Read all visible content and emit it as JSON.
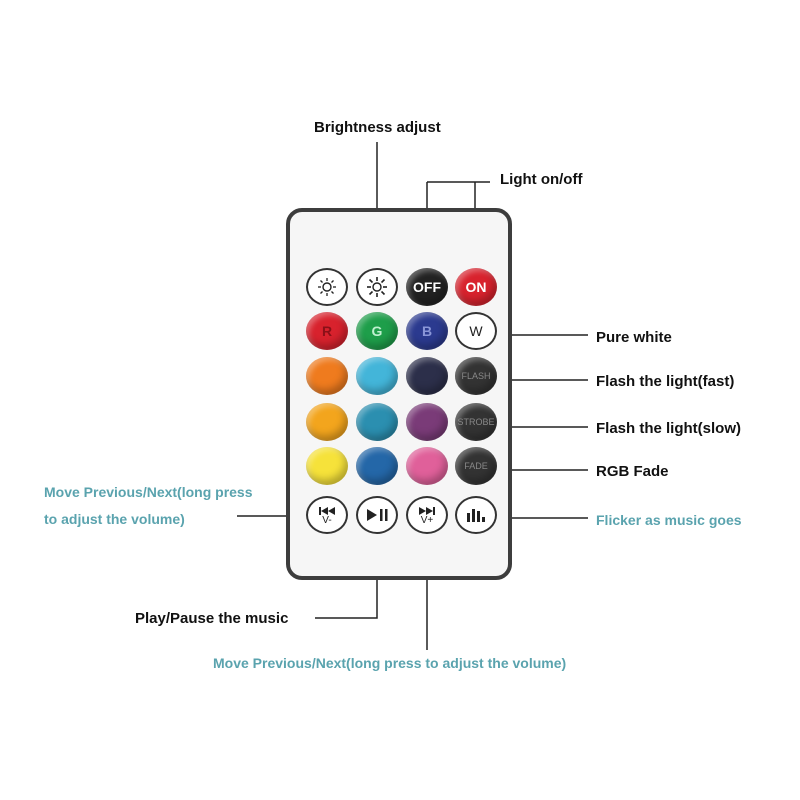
{
  "labels": {
    "brightness": "Brightness adjust",
    "light_onoff": "Light on/off",
    "pure_white": "Pure white",
    "flash_fast": "Flash the light(fast)",
    "flash_slow": "Flash the light(slow)",
    "rgb_fade": "RGB Fade",
    "prev_next_left_line1": "Move Previous/Next(long press",
    "prev_next_left_line2": "to adjust the volume)",
    "flicker_music": "Flicker as music goes",
    "play_pause": "Play/Pause the music",
    "prev_next_bottom": "Move Previous/Next(long press to adjust the volume)"
  },
  "buttons": {
    "off": "OFF",
    "on": "ON",
    "r": "R",
    "g": "G",
    "b": "B",
    "w": "W",
    "flash": "FLASH",
    "strobe": "STROBE",
    "fade": "FADE",
    "vol_down": "V-",
    "vol_up": "V+"
  },
  "colors": {
    "red": "#d8222d",
    "green": "#1e9e4a",
    "blue": "#2b3a8f",
    "orange": "#ef7b1e",
    "light_blue": "#43b5d9",
    "dark_navy": "#2c2f4a",
    "amber": "#f3a51d",
    "teal_blue": "#2b8fb0",
    "purple": "#7a3b78",
    "yellow": "#f6e23a",
    "mid_blue": "#2467a8",
    "pink": "#e0609a",
    "dark_gray": "#333333",
    "caption_teal": "#5aa3ae"
  }
}
